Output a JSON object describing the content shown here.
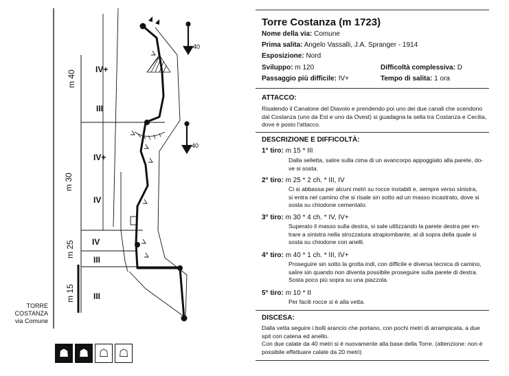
{
  "topo": {
    "grades": [
      {
        "text": "IV+"
      },
      {
        "text": "III"
      },
      {
        "text": "IV+"
      },
      {
        "text": "IV"
      },
      {
        "text": "IV"
      },
      {
        "text": "III"
      },
      {
        "text": "III"
      }
    ],
    "lengths": [
      "m 40",
      "m 30",
      "m 25",
      "m 15"
    ],
    "rappel_labels": [
      "40",
      "40"
    ]
  },
  "caption": {
    "line1": "TORRE",
    "line2": "COSTANZA",
    "line3": "via Comune"
  },
  "route": {
    "title": "Torre Costanza (m 1723)",
    "nome_label": "Nome della via:",
    "nome_value": "Comune",
    "prima_label": "Prima salita:",
    "prima_value": "Angelo Vassalli, J.A. Spranger - 1914",
    "esposizione_label": "Esposizione:",
    "esposizione_value": "Nord",
    "sviluppo_label": "Sviluppo:",
    "sviluppo_value": "m 120",
    "difficolta_label": "Difficoltà complessiva:",
    "difficolta_value": "D",
    "passaggio_label": "Passaggio più difficile:",
    "passaggio_value": "IV+",
    "tempo_label": "Tempo di salita:",
    "tempo_value": "1 ora"
  },
  "attacco": {
    "title": "ATTACCO:",
    "lines": [
      "Risalendo il Canalone del Diavolo e prendendo poi uno dei due canali che scendono",
      "dal Costanza (uno da Est e uno da Ovest) si guadagna la sella tra Costanza e Cecilia,",
      "dove è posto l'attacco."
    ]
  },
  "descrizione": {
    "title": "DESCRIZIONE E DIFFICOLTÀ:",
    "pitches": [
      {
        "label": "1° tiro:",
        "spec": "m 15 * III",
        "lines": [
          "Dalla selletta, salire sulla cima di un avancorpo appoggiato alla parete, do-",
          "ve si sosta."
        ]
      },
      {
        "label": "2° tiro:",
        "spec": "m 25 * 2 ch. * III, IV",
        "lines": [
          "Ci si abbassa per alcuni metri su rocce instabili e, sempre verso sinistra,",
          "si entra nel camino che si risale sin sotto ad un masso incastrato, dove si",
          "sosta su chiodone cementato."
        ]
      },
      {
        "label": "3° tiro:",
        "spec": "m 30 * 4 ch. * IV, IV+",
        "lines": [
          "Superato il masso sulla destra, si sale utilizzando la parete destra per en-",
          "trare a sinistra nella strozzatura strapiombante, al di sopra della quale si",
          "sosta su chiodone con anelli."
        ]
      },
      {
        "label": "4° tiro:",
        "spec": "m 40 * 1 ch. * III, IV+",
        "lines": [
          "Proseguire sin sotto la grotta indi, con difficile e diversa tecnica di camino,",
          "salire sin quando non diventa possibile proseguire sulla parete di destra.",
          "Sosta poco più sopra su una piazzola."
        ]
      },
      {
        "label": "5° tiro:",
        "spec": "m 10 * II",
        "lines": [
          "Per facili rocce si è alla vetta."
        ]
      }
    ]
  },
  "discesa": {
    "title": "DISCESA:",
    "lines": [
      "Dalla vetta seguire i bolli arancio che portano, con pochi metri di arrampicata, a due",
      "spit con catena ed anello.",
      "Con due calate da 40 metri si è nuovamente alla base della Torre. (attenzione: non è",
      "possibile effettuare calate da 20 metri)"
    ]
  }
}
